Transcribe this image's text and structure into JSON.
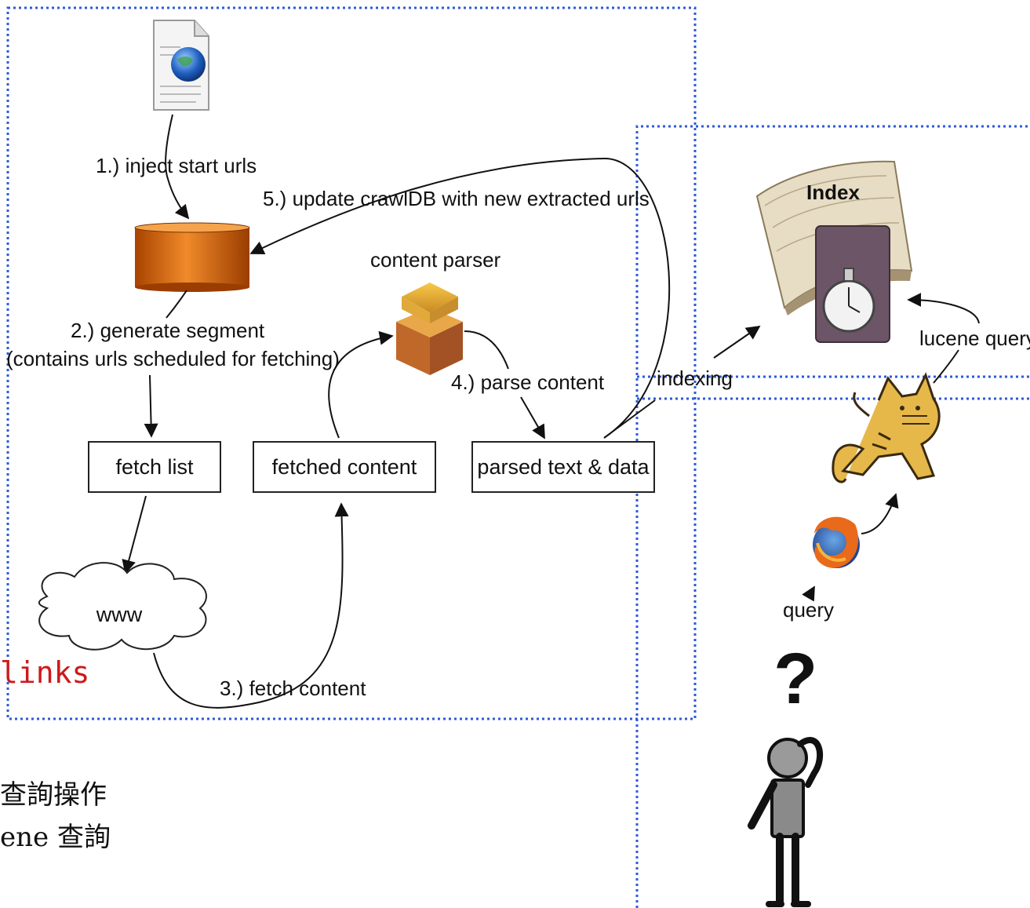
{
  "colors": {
    "region_border": "#2d5bd6",
    "red_text": "#cc1a1a",
    "crawldb_fill": "#e06a10",
    "box_border": "#222222"
  },
  "labels": {
    "step1": "1.) inject start urls",
    "step5": "5.) update crawlDB with new extracted urls",
    "content_parser": "content parser",
    "step2_line1": "2.) generate segment",
    "step2_line2": "(contains urls scheduled for fetching)",
    "step4": "4.) parse content",
    "indexing": "indexing",
    "lucene_query": "lucene query",
    "index_title": "Index",
    "query": "query",
    "www": "www",
    "step3": "3.) fetch content",
    "links": "links",
    "question_mark": "?"
  },
  "boxes": {
    "fetch_list": "fetch list",
    "fetched_content": "fetched content",
    "parsed_text": "parsed text & data"
  },
  "bottom_text": {
    "line1": "查詢操作",
    "line2": "ene 查詢"
  },
  "icons": [
    "web-document-icon",
    "crawldb-cylinder-icon",
    "content-parser-box-icon",
    "index-book-icon",
    "tomcat-icon",
    "firefox-icon",
    "question-mark-icon",
    "person-icon"
  ]
}
